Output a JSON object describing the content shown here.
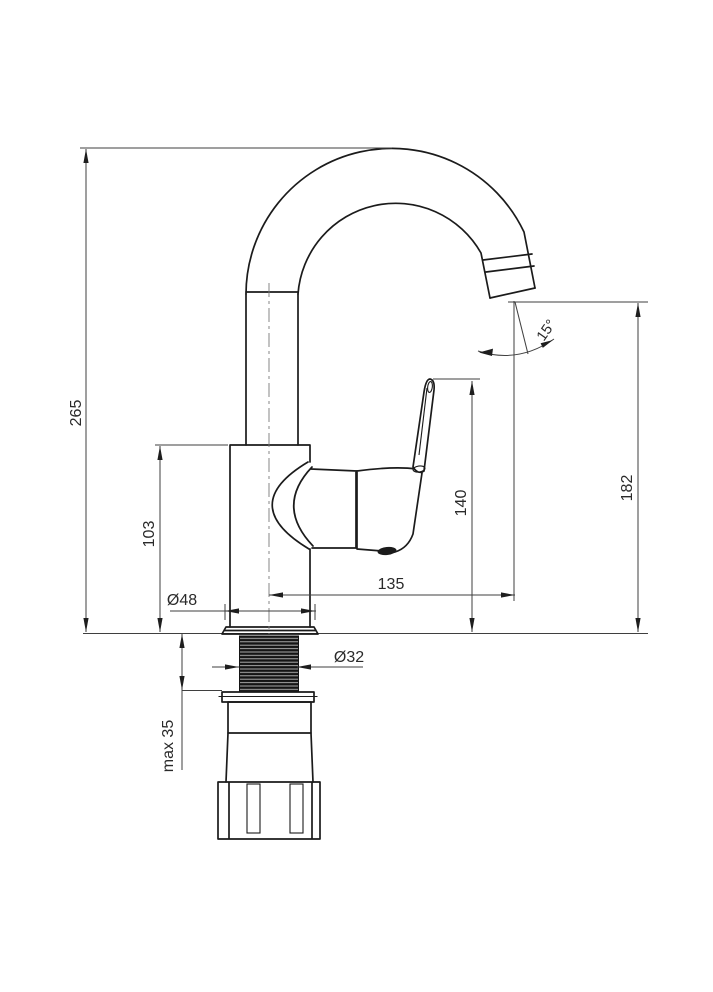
{
  "drawing": {
    "labels": {
      "overall_height": "265",
      "body_height": "103",
      "base_diameter": "Ø48",
      "max_mounting_thickness": "max 35",
      "spout_reach": "135",
      "handle_tip_height": "140",
      "spout_outlet_height": "182",
      "spout_tilt_angle": "15°",
      "shank_thread_diameter": "Ø32"
    },
    "colors": {
      "background": "#ffffff",
      "outline": "#1b1b1b",
      "dimension_lines": "#3f3f3f",
      "text": "#2a2a2a"
    }
  }
}
